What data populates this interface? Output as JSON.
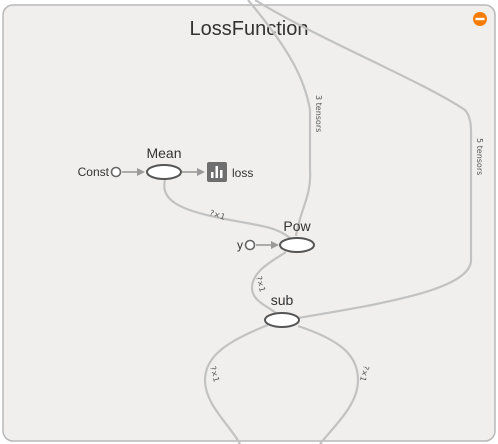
{
  "group": {
    "title": "LossFunction",
    "collapse_icon": "minus-circle-icon",
    "collapse_color": "#f57c00"
  },
  "nodes": {
    "mean": "Mean",
    "const": "Const",
    "loss": "loss",
    "summary_icon": "bar-chart-icon",
    "pow": "Pow",
    "y": "y",
    "sub": "sub"
  },
  "edges": {
    "three_tensors": "3 tensors",
    "five_tensors": "5 tensors",
    "mean_to_pow": "?×1",
    "pow_to_sub": "?×1",
    "sub_left": "?×1",
    "sub_right": "?×1"
  },
  "colors": {
    "group_fill": "#f0efee",
    "group_border": "#b8b8b8",
    "edge": "#c2c2c2",
    "node_stroke": "#555555",
    "summary_fill": "#6e6e6e"
  }
}
